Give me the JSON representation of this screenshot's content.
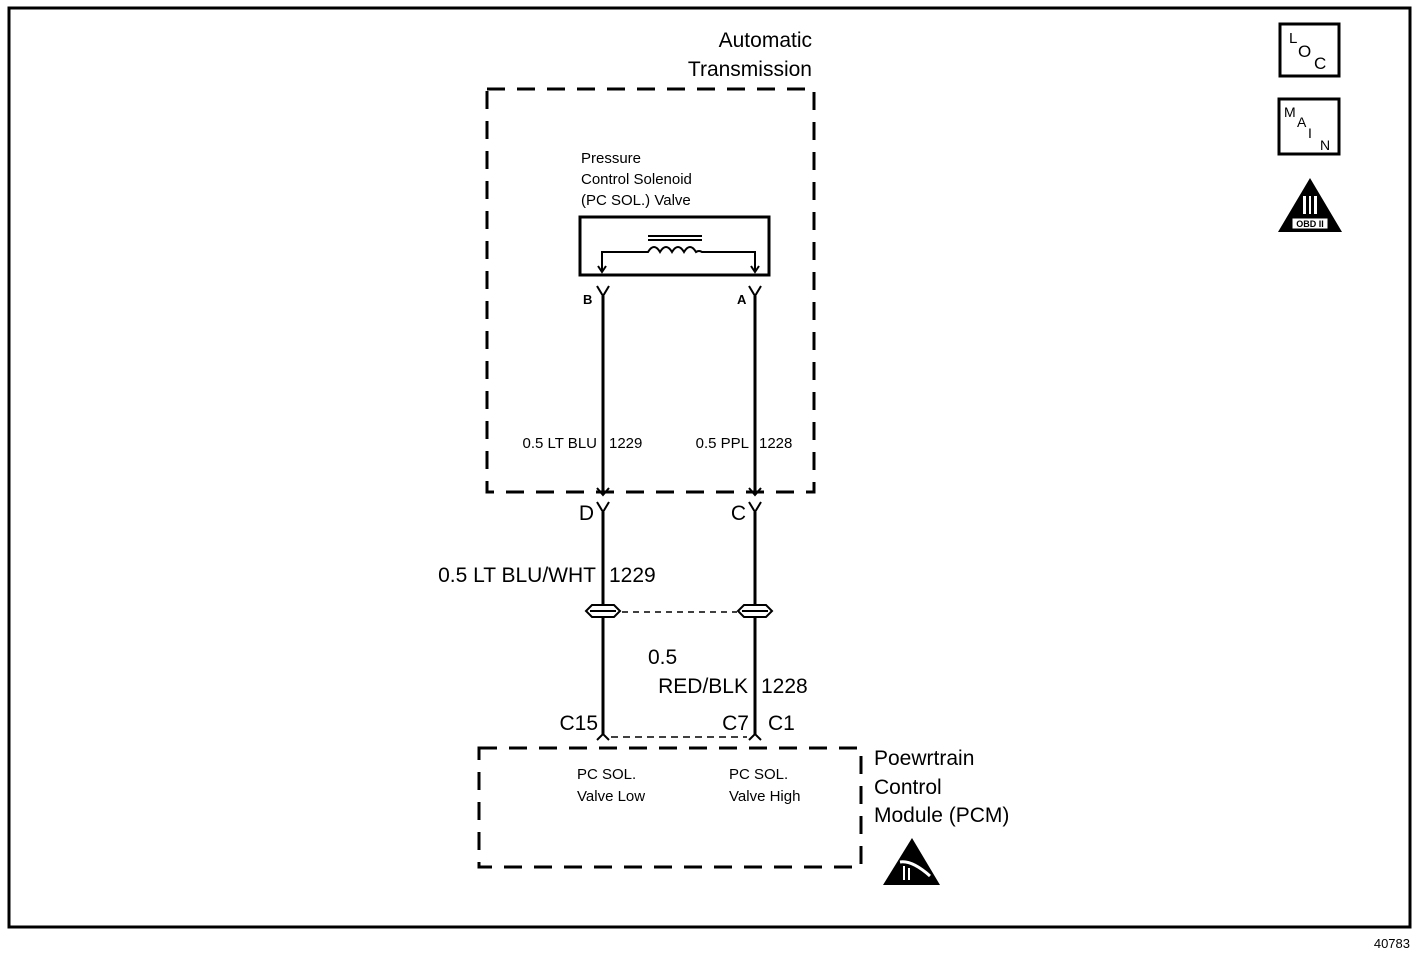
{
  "diagram": {
    "figure_number": "40783",
    "transmission": {
      "title_line1": "Automatic",
      "title_line2": "Transmission"
    },
    "solenoid": {
      "label_line1": "Pressure",
      "label_line2": "Control Solenoid",
      "label_line3": "(PC SOL.) Valve",
      "terminal_left": "B",
      "terminal_right": "A"
    },
    "wires_internal": {
      "left": {
        "gauge_color": "0.5 LT BLU",
        "circuit": "1229"
      },
      "right": {
        "gauge_color": "0.5 PPL",
        "circuit": "1228"
      }
    },
    "connector_pins": {
      "left": "D",
      "right": "C"
    },
    "wires_external": {
      "left": {
        "gauge_color": "0.5 LT BLU/WHT",
        "circuit": "1229"
      },
      "right": {
        "gauge": "0.5",
        "color": "RED/BLK",
        "circuit": "1228"
      }
    },
    "pcm_pins": {
      "left": "C15",
      "right_a": "C7",
      "right_b": "C1"
    },
    "pcm": {
      "name_line1": "Poewrtrain",
      "name_line2": "Control",
      "name_line3": "Module (PCM)",
      "left_line1": "PC SOL.",
      "left_line2": "Valve Low",
      "right_line1": "PC SOL.",
      "right_line2": "Valve High"
    },
    "badges": {
      "loc": [
        "L",
        "O",
        "C"
      ],
      "main": [
        "M",
        "A",
        "I",
        "N"
      ],
      "obd": {
        "numeral": "II",
        "label": "OBD II"
      }
    }
  }
}
